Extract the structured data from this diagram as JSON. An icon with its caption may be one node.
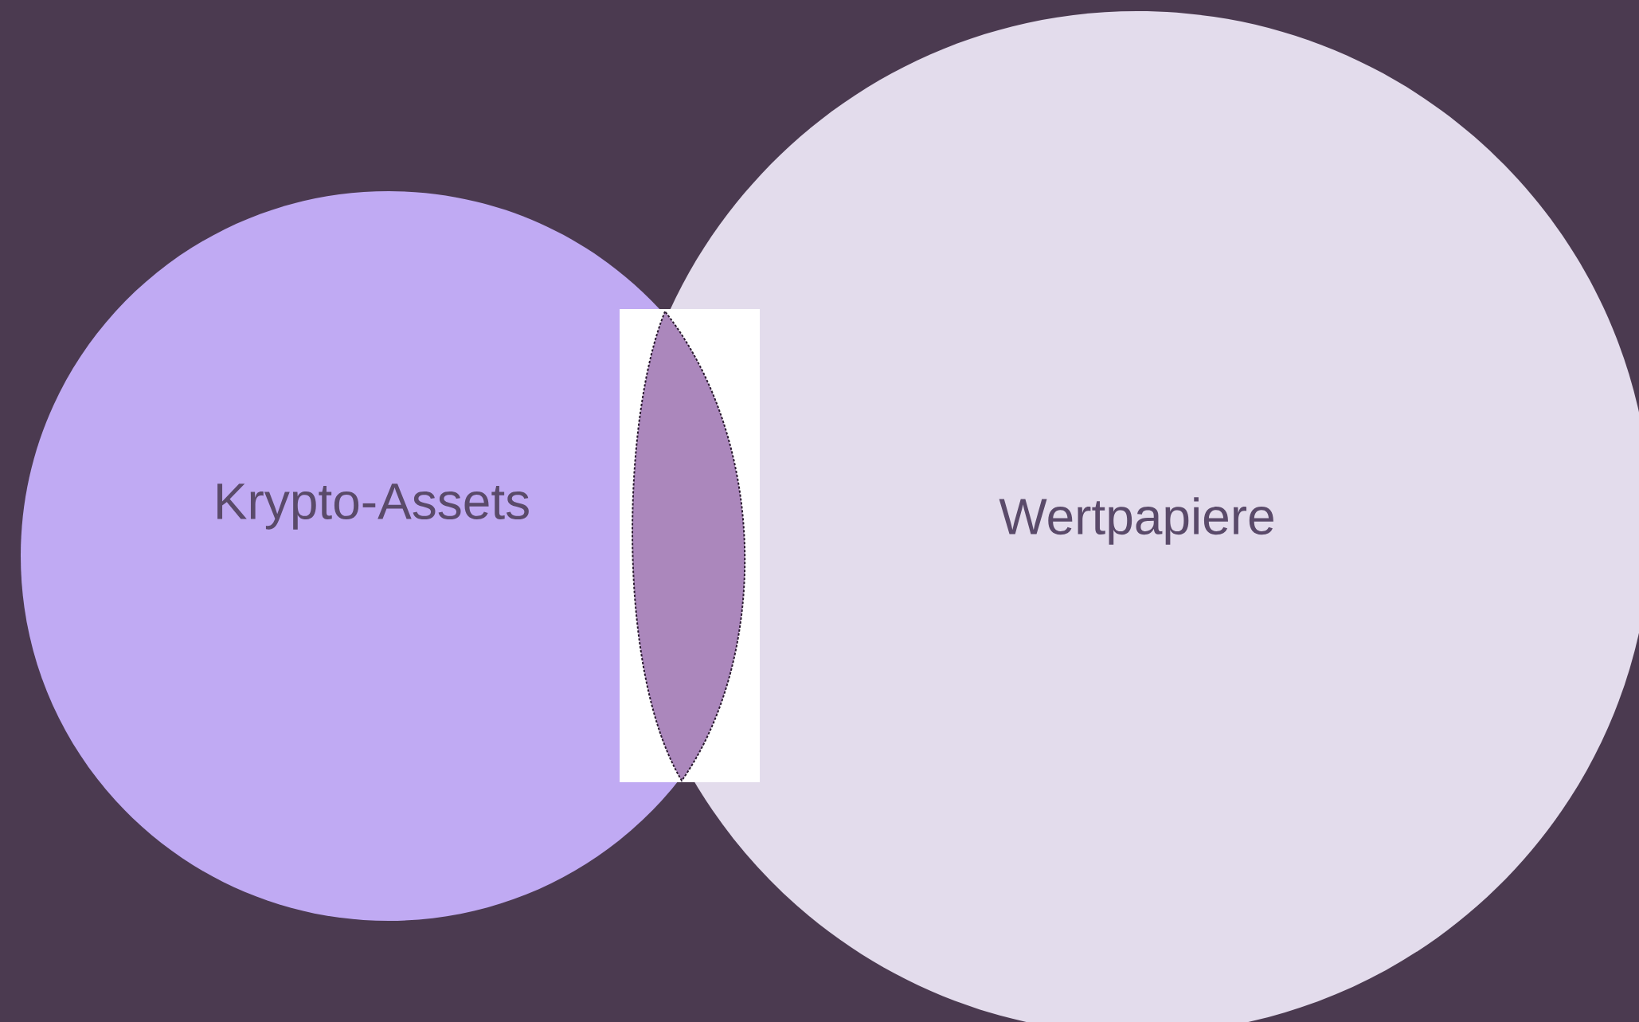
{
  "diagram": {
    "nodes": [
      {
        "text": [
          "Krypto-Assets"
        ]
      },
      {
        "text": [
          "Wertpapiere"
        ]
      },
      {
        "text": [],
        "shape": "lens"
      }
    ]
  }
}
